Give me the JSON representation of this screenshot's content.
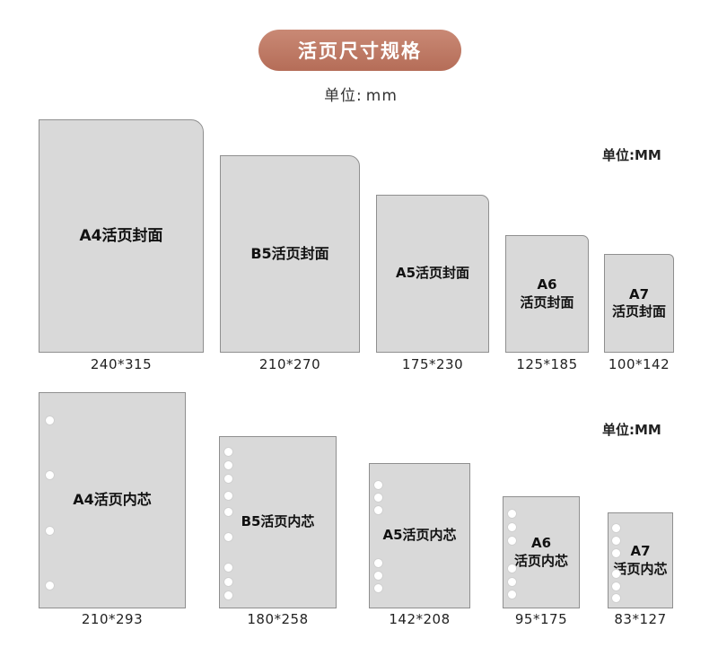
{
  "header": {
    "title": "活页尺寸规格",
    "unit_label": "单位:",
    "unit_value": "mm"
  },
  "covers": {
    "unit_label": "单位:MM",
    "items": [
      {
        "line1": "A4活页封面",
        "line2": "",
        "size": "240*315"
      },
      {
        "line1": "B5活页封面",
        "line2": "",
        "size": "210*270"
      },
      {
        "line1": "A5活页封面",
        "line2": "",
        "size": "175*230"
      },
      {
        "line1": "A6",
        "line2": "活页封面",
        "size": "125*185"
      },
      {
        "line1": "A7",
        "line2": "活页封面",
        "size": "100*142"
      }
    ]
  },
  "inserts": {
    "unit_label": "单位:MM",
    "items": [
      {
        "line1": "A4活页内芯",
        "line2": "",
        "size": "210*293"
      },
      {
        "line1": "B5活页内芯",
        "line2": "",
        "size": "180*258"
      },
      {
        "line1": "A5活页内芯",
        "line2": "",
        "size": "142*208"
      },
      {
        "line1": "A6",
        "line2": "活页内芯",
        "size": "95*175"
      },
      {
        "line1": "A7",
        "line2": "活页内芯",
        "size": "83*127"
      }
    ]
  },
  "colors": {
    "title_bg": "#b56d58",
    "card_fill": "#d9d9d9",
    "card_border": "#8f8f8f"
  }
}
